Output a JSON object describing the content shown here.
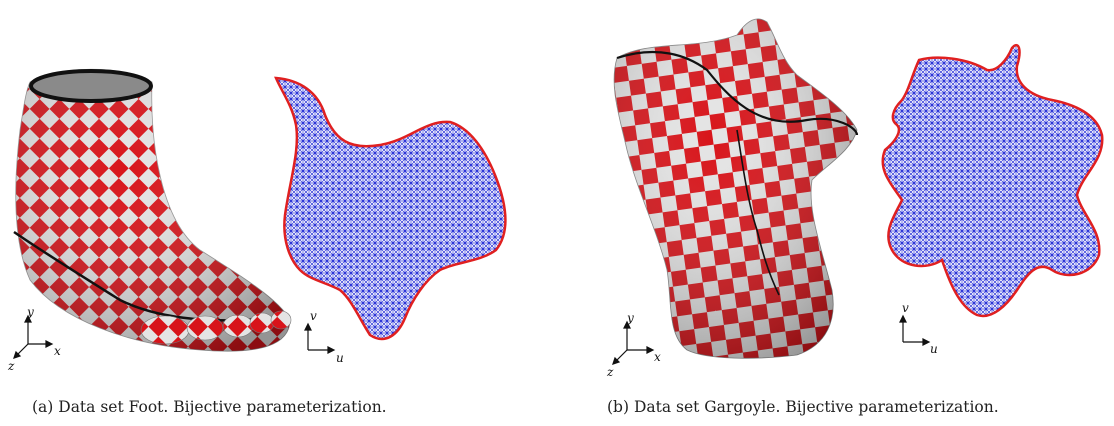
{
  "figures": [
    {
      "id": "a",
      "caption": "(a) Data set Foot. Bijective parameterization.",
      "axes_3d": {
        "x": "x",
        "y": "y",
        "z": "z"
      },
      "axes_2d": {
        "u": "u",
        "v": "v"
      }
    },
    {
      "id": "b",
      "caption": "(b) Data set Gargoyle. Bijective parameterization.",
      "axes_3d": {
        "x": "x",
        "y": "y",
        "z": "z"
      },
      "axes_2d": {
        "u": "u",
        "v": "v"
      }
    }
  ],
  "colors": {
    "checker_red": "#d8141a",
    "checker_white": "#e4e4e4",
    "mesh_blue": "#2a33d8",
    "boundary_red": "#e02020",
    "seam_black": "#111111"
  }
}
